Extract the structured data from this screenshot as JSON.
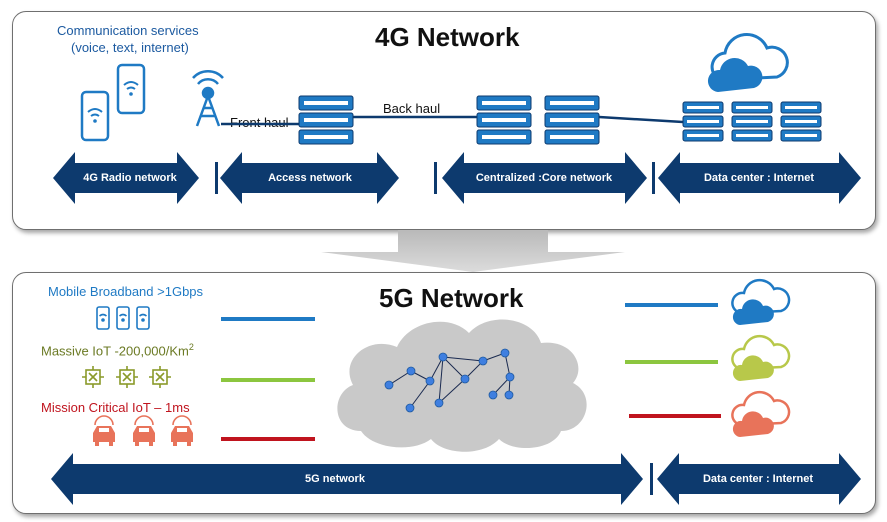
{
  "top": {
    "title": "4G Network",
    "comm_services_line1": "Communication services",
    "comm_services_line2": "(voice, text, internet)",
    "front_haul": "Front haul",
    "back_haul": "Back haul",
    "segments": [
      "4G Radio network",
      "Access network",
      "Centralized :Core network",
      "Data center : Internet"
    ]
  },
  "bottom": {
    "title": "5G Network",
    "services": [
      {
        "label": "Mobile Broadband >1Gbps",
        "color": "#1f7ac4"
      },
      {
        "label": "Massive IoT -200,000/Km",
        "sup": "2",
        "color": "#7e8c2f"
      },
      {
        "label": "Mission Critical IoT – 1ms",
        "color": "#c0141e"
      }
    ],
    "line_colors": [
      "#1f7ac4",
      "#8cc63f",
      "#c0141e"
    ],
    "segments": [
      "5G network",
      "Data center : Internet"
    ]
  },
  "colors": {
    "navy": "#0d3a6e",
    "blue": "#1f7ac4",
    "cloud_gray": "#c9c9c9",
    "node_blue": "#3f7fe0"
  },
  "icons": [
    "phone-icon",
    "cell-tower-icon",
    "server-icon",
    "cloud-icon",
    "iot-chip-icon",
    "car-icon",
    "down-arrow-icon"
  ]
}
